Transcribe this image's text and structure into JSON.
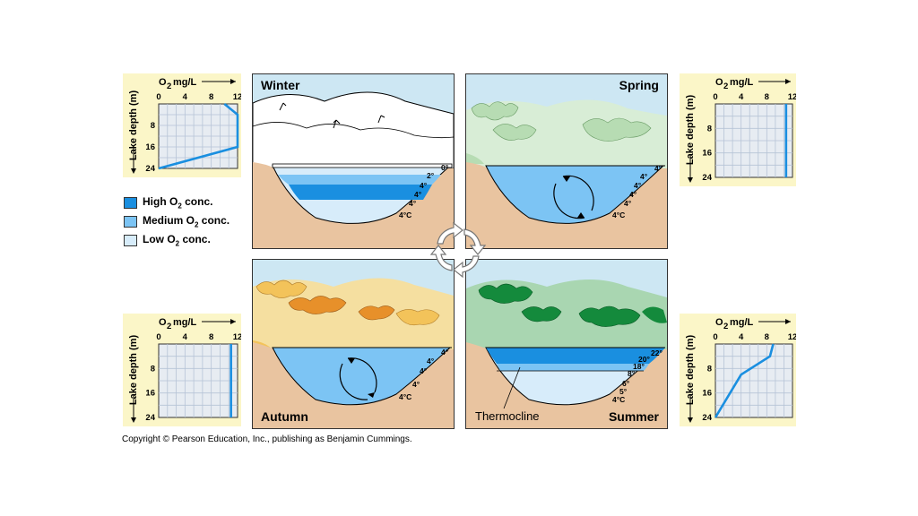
{
  "graph": {
    "x_title": "O",
    "x_sub": "2",
    "x_unit": "mg/L",
    "y_title": "Lake depth (m)",
    "x_ticks": [
      "0",
      "4",
      "8",
      "12"
    ],
    "y_ticks": [
      "8",
      "16",
      "24"
    ]
  },
  "seasons": {
    "winter": "Winter",
    "spring": "Spring",
    "autumn": "Autumn",
    "summer": "Summer",
    "thermocline": "Thermocline"
  },
  "temps": {
    "winter": [
      "0°",
      "2°",
      "4°",
      "4°",
      "4°",
      "4°C"
    ],
    "spring": [
      "4°",
      "4°",
      "4°",
      "4°",
      "4°",
      "4°C"
    ],
    "autumn": [
      "4°",
      "4°",
      "4°",
      "4°",
      "4°C"
    ],
    "summer": [
      "22°",
      "20°",
      "18°",
      "8°",
      "6°",
      "5°",
      "4°C"
    ]
  },
  "legend": [
    {
      "label": "High O",
      "sub": "2",
      "tail": " conc.",
      "color": "#1a8fe0"
    },
    {
      "label": "Medium O",
      "sub": "2",
      "tail": " conc.",
      "color": "#7cc4f4"
    },
    {
      "label": "Low O",
      "sub": "2",
      "tail": " conc.",
      "color": "#d7ecfa"
    }
  ],
  "chart_data": [
    {
      "type": "line",
      "name": "winter",
      "x": [
        10,
        12,
        12,
        0
      ],
      "y": [
        0,
        4,
        16,
        24
      ],
      "xlim": [
        0,
        12
      ],
      "ylim": [
        0,
        24
      ]
    },
    {
      "type": "line",
      "name": "spring",
      "x": [
        11,
        11
      ],
      "y": [
        0,
        24
      ],
      "xlim": [
        0,
        12
      ],
      "ylim": [
        0,
        24
      ]
    },
    {
      "type": "line",
      "name": "autumn",
      "x": [
        11,
        11
      ],
      "y": [
        0,
        24
      ],
      "xlim": [
        0,
        12
      ],
      "ylim": [
        0,
        24
      ]
    },
    {
      "type": "line",
      "name": "summer",
      "x": [
        9,
        8.5,
        4,
        0
      ],
      "y": [
        0,
        4,
        10,
        24
      ],
      "xlim": [
        0,
        12
      ],
      "ylim": [
        0,
        24
      ]
    }
  ],
  "copyright": "Copyright © Pearson Education, Inc., publishing as Benjamin Cummings.",
  "colors": {
    "graph_bg": "#fbf6c8",
    "grid": "#b6c3d6",
    "line": "#1a8fe0",
    "sand": "#e9c4a0",
    "sky": "#cde7f3"
  }
}
